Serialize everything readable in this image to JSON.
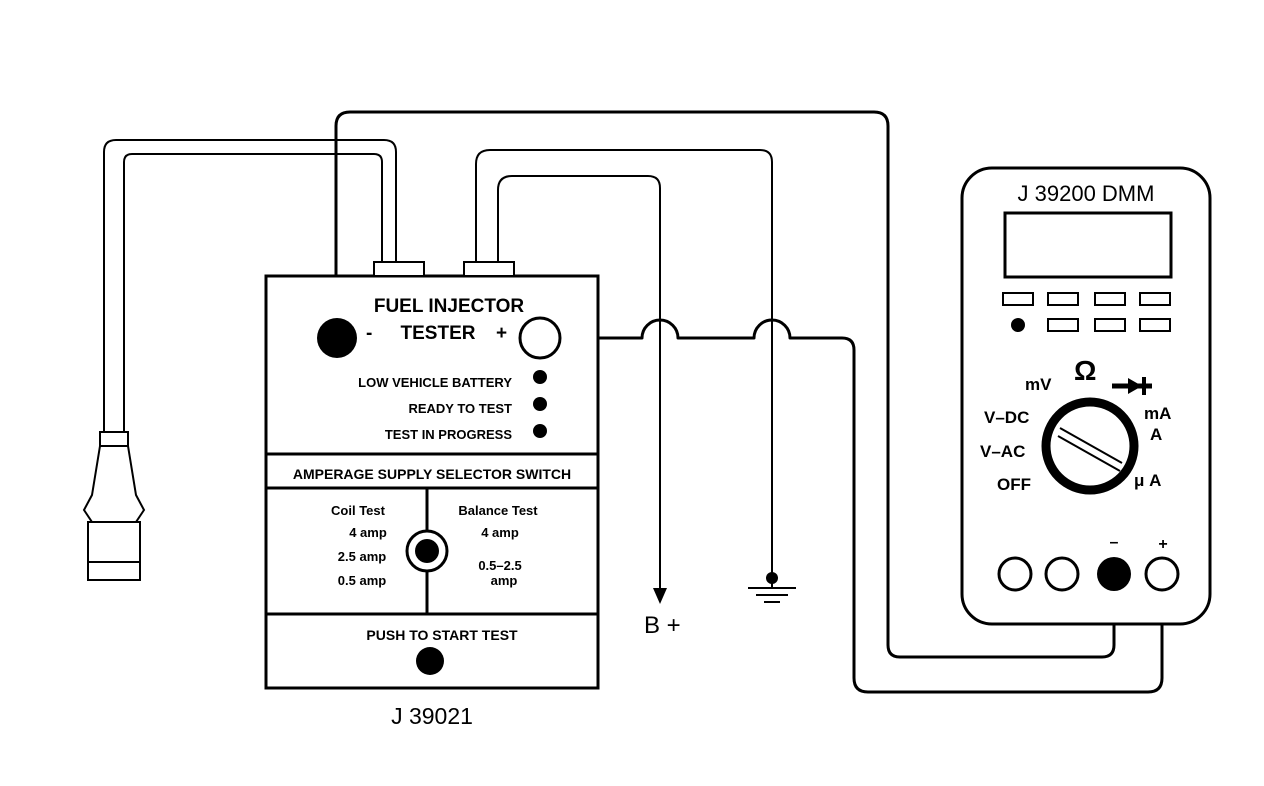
{
  "tester": {
    "title_line1": "FUEL INJECTOR",
    "title_line2": "TESTER",
    "minus": "-",
    "plus": "+",
    "indicators": [
      "LOW VEHICLE BATTERY",
      "READY TO TEST",
      "TEST IN PROGRESS"
    ],
    "selector_title": "AMPERAGE SUPPLY SELECTOR SWITCH",
    "coil_test": {
      "title": "Coil Test",
      "values": [
        "4 amp",
        "2.5 amp",
        "0.5 amp"
      ]
    },
    "balance_test": {
      "title": "Balance Test",
      "values": [
        "4 amp",
        "0.5–2.5",
        "amp"
      ]
    },
    "push_label": "PUSH TO START TEST",
    "part_number": "J 39021"
  },
  "dmm": {
    "title": "J 39200 DMM",
    "dial": {
      "mv": "mV",
      "ohm": "Ω",
      "vdc": "V–DC",
      "vac": "V–AC",
      "off": "OFF",
      "ma": "mA",
      "a": "A",
      "ua": "μ A"
    },
    "jack_minus": "–",
    "jack_plus": "+"
  },
  "battery_label": "B +",
  "colors": {
    "line": "#000000",
    "background": "#ffffff"
  }
}
